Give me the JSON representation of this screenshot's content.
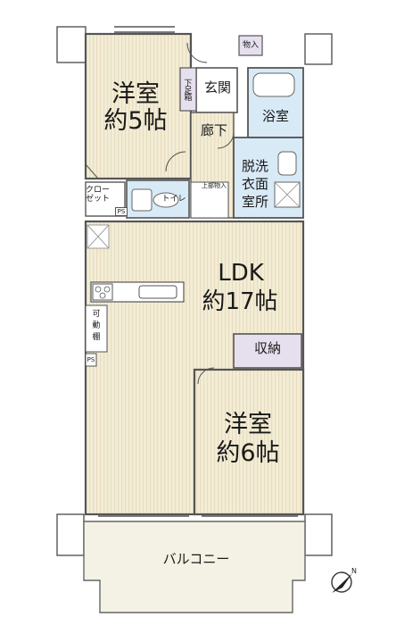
{
  "rooms": {
    "western_room_1": {
      "name": "洋室",
      "size": "約5帖"
    },
    "western_room_2": {
      "name": "洋室",
      "size": "約6帖"
    },
    "ldk": {
      "name": "LDK",
      "size": "約17帖"
    },
    "entrance": "玄関",
    "shoe_box": "下足箱",
    "hallway": "廊下",
    "bathroom": "浴室",
    "washroom": "脱洗\n衣面\n室所",
    "closet": "クロー\nゼット",
    "toilet": "トイレ",
    "upper_storage": "上部物入",
    "storage_top": "物入",
    "shelf": "可\n動\n棚",
    "storage": "収納",
    "balcony": "バルコニー",
    "ps_1": "PS",
    "ps_2": "PS"
  },
  "colors": {
    "wood_floor": "#f3edd6",
    "wood_stripe": "#e8dcc0",
    "wet_area": "#d8eaf6",
    "storage_fill": "#e6e0ee",
    "balcony": "#f4f2e4",
    "wall": "#555555"
  }
}
